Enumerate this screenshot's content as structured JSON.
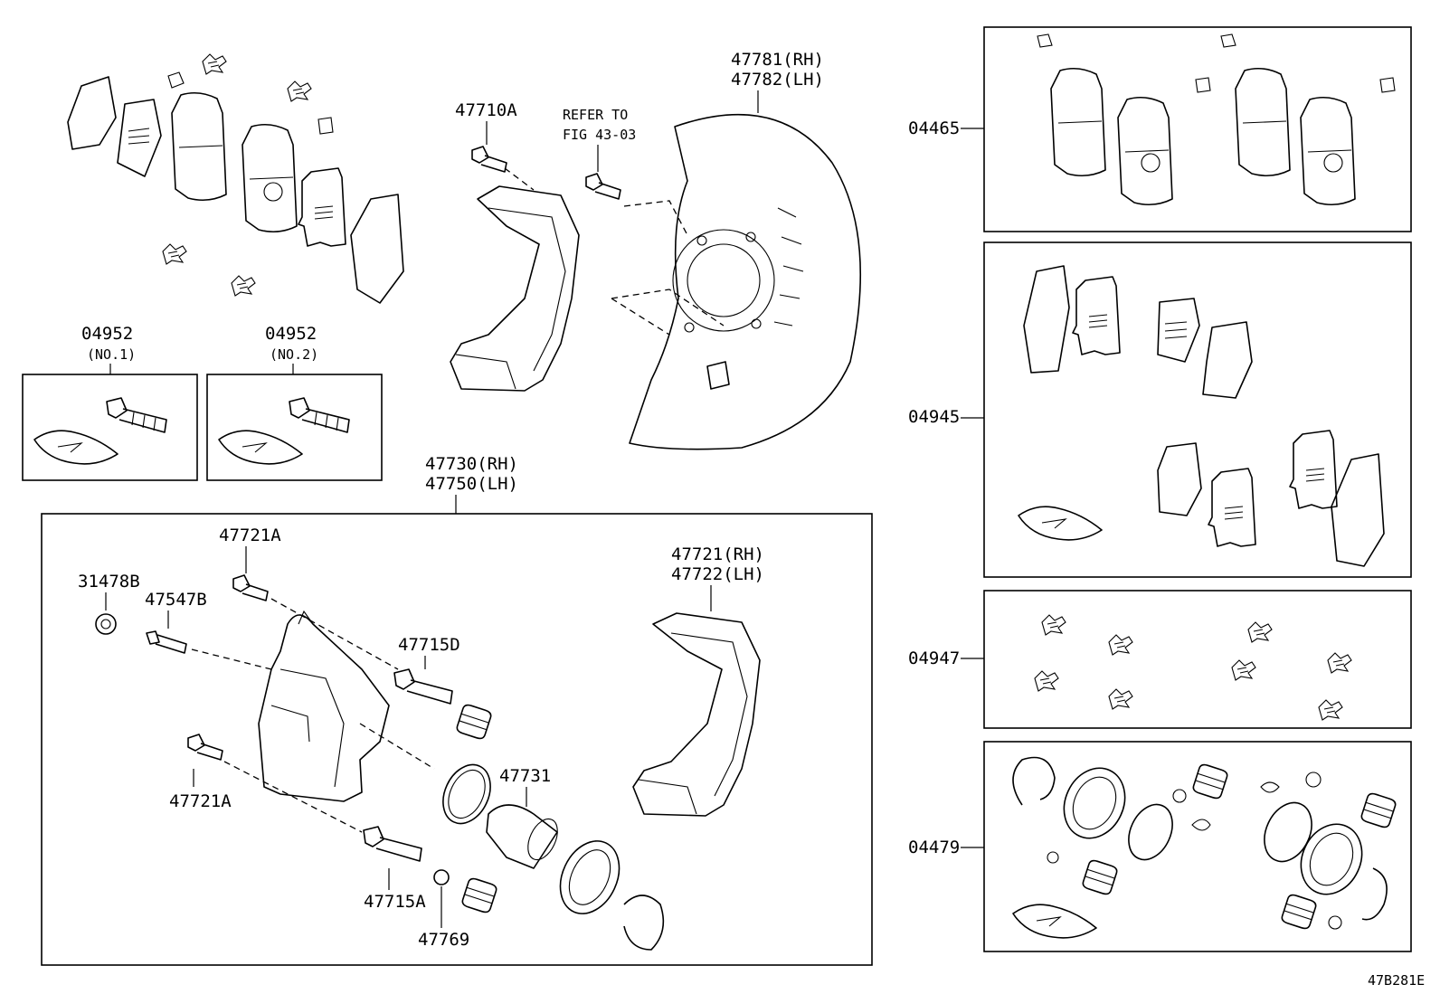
{
  "diagram_id": "47B281E",
  "labels": {
    "shield_a": "47781(RH)",
    "shield_b": "47782(LH)",
    "bolt_47710a": "47710A",
    "refer_1": "REFER TO",
    "refer_2": "FIG 43-03",
    "kit_04952_no1": "04952",
    "kit_04952_no1_sub": "(NO.1)",
    "kit_04952_no2": "04952",
    "kit_04952_no2_sub": "(NO.2)",
    "caliper_a": "47730(RH)",
    "caliper_b": "47750(LH)",
    "bolt_47721a_top": "47721A",
    "part_31478b": "31478B",
    "part_47547b": "47547B",
    "pin_47715d": "47715D",
    "bracket_a": "47721(RH)",
    "bracket_b": "47722(LH)",
    "piston_47731": "47731",
    "bolt_47721a_bottom": "47721A",
    "pin_47715a": "47715A",
    "part_47769": "47769",
    "kit_04465": "04465",
    "kit_04945": "04945",
    "kit_04947": "04947",
    "kit_04479": "04479"
  }
}
